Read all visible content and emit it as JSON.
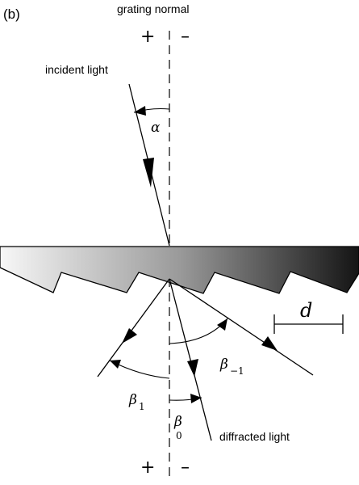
{
  "panel_label": "(b)",
  "top_label": "grating normal",
  "top_plus": "+",
  "top_minus": "–",
  "bottom_plus": "+",
  "bottom_minus": "–",
  "incident_label": "incident light",
  "diffracted_label": "diffracted light",
  "alpha": "α",
  "beta_1": {
    "symbol": "β",
    "sub": "1"
  },
  "beta_m1": {
    "symbol": "β",
    "sub": "−1"
  },
  "beta_0": {
    "symbol": "β",
    "sub": "0"
  },
  "period_label": "d",
  "colors": {
    "grating_light": "#f7f7f7",
    "grating_dark": "#141414",
    "line": "#000000"
  }
}
